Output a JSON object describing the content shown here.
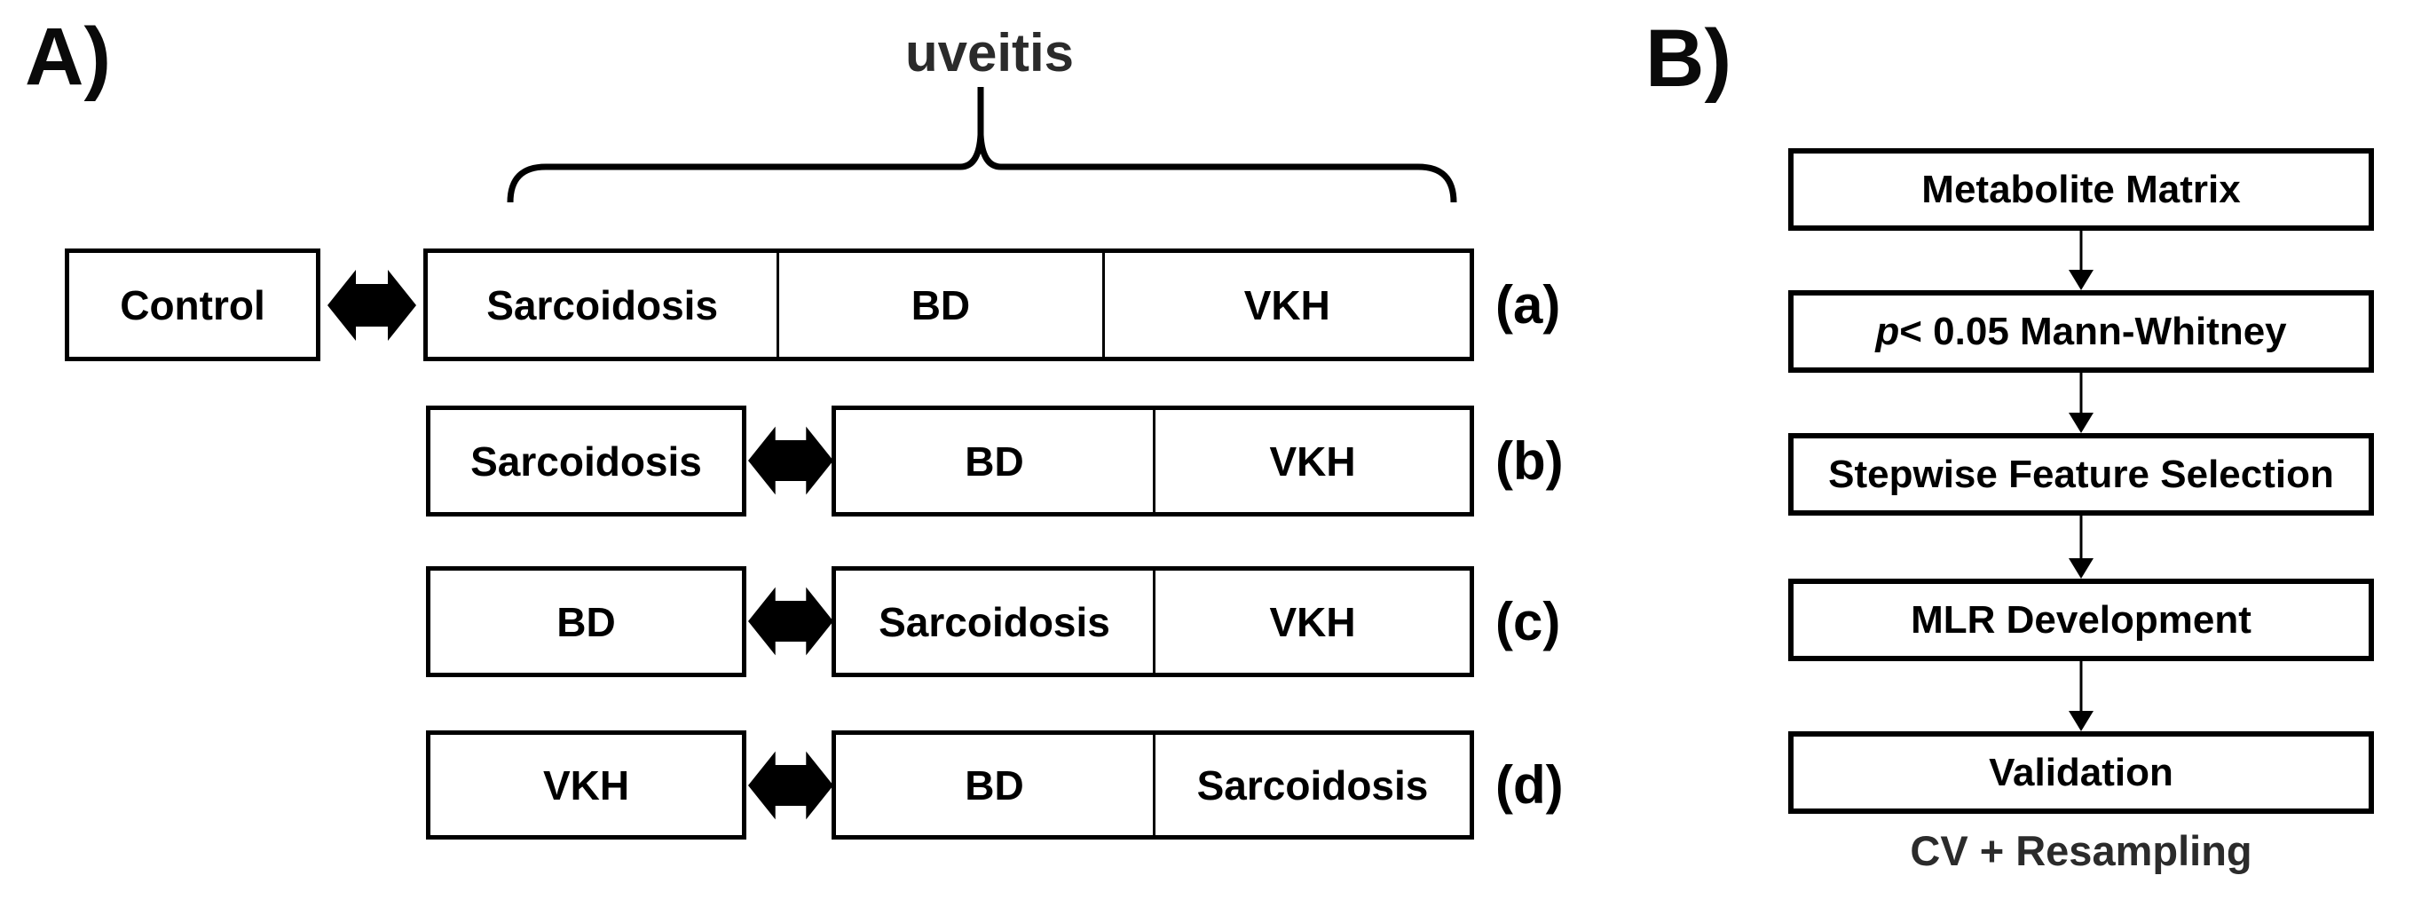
{
  "panel_a": {
    "label": "A)",
    "group_title": "uveitis",
    "rows": [
      {
        "tag": "(a)",
        "left": "Control",
        "cells": [
          "Sarcoidosis",
          "BD",
          "VKH"
        ]
      },
      {
        "tag": "(b)",
        "left": "Sarcoidosis",
        "cells": [
          "BD",
          "VKH"
        ]
      },
      {
        "tag": "(c)",
        "left": "BD",
        "cells": [
          "Sarcoidosis",
          "VKH"
        ]
      },
      {
        "tag": "(d)",
        "left": "VKH",
        "cells": [
          "BD",
          "Sarcoidosis"
        ]
      }
    ]
  },
  "panel_b": {
    "label": "B)",
    "steps": [
      {
        "italic": "",
        "text": "Metabolite Matrix"
      },
      {
        "italic": "p",
        "text": " < 0.05 Mann-Whitney"
      },
      {
        "italic": "",
        "text": "Stepwise Feature Selection"
      },
      {
        "italic": "",
        "text": "MLR Development"
      },
      {
        "italic": "",
        "text": "Validation"
      }
    ],
    "footer": "CV + Resampling"
  },
  "colors": {
    "ink": "#000000",
    "charcoal": "#2b2b2b",
    "background": "#ffffff"
  }
}
